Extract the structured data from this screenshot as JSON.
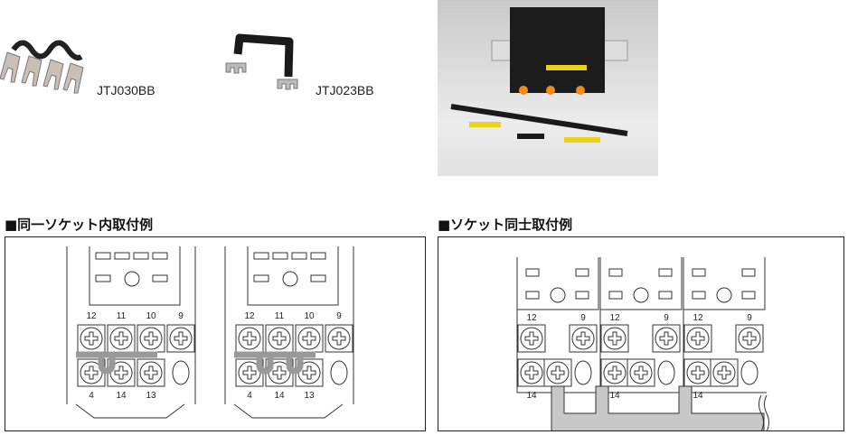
{
  "products": [
    {
      "label": "JTJ030BB"
    },
    {
      "label": "JTJ023BB"
    }
  ],
  "sections": [
    {
      "title": "■同一ソケット内取付例",
      "top_labels": [
        "12",
        "11",
        "10",
        "9"
      ],
      "bottom_labels": [
        "4",
        "14",
        "13"
      ]
    },
    {
      "title": "■ソケット同士取付例",
      "top_labels": [
        "12",
        "9"
      ],
      "bottom_labels": [
        "14"
      ]
    }
  ],
  "colors": {
    "bar": "#c8c8c8",
    "line": "#333333",
    "black_bar": "#1a1a1a",
    "yellow_bar": "#e8d21a"
  }
}
